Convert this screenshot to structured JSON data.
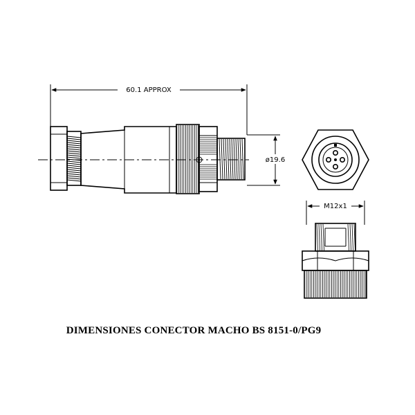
{
  "labels": {
    "length": "60.1 APPROX",
    "diameter": "ø19.6",
    "thread": "M12x1"
  },
  "caption": "DIMENSIONES CONECTOR MACHO BS 8151-0/PG9"
}
